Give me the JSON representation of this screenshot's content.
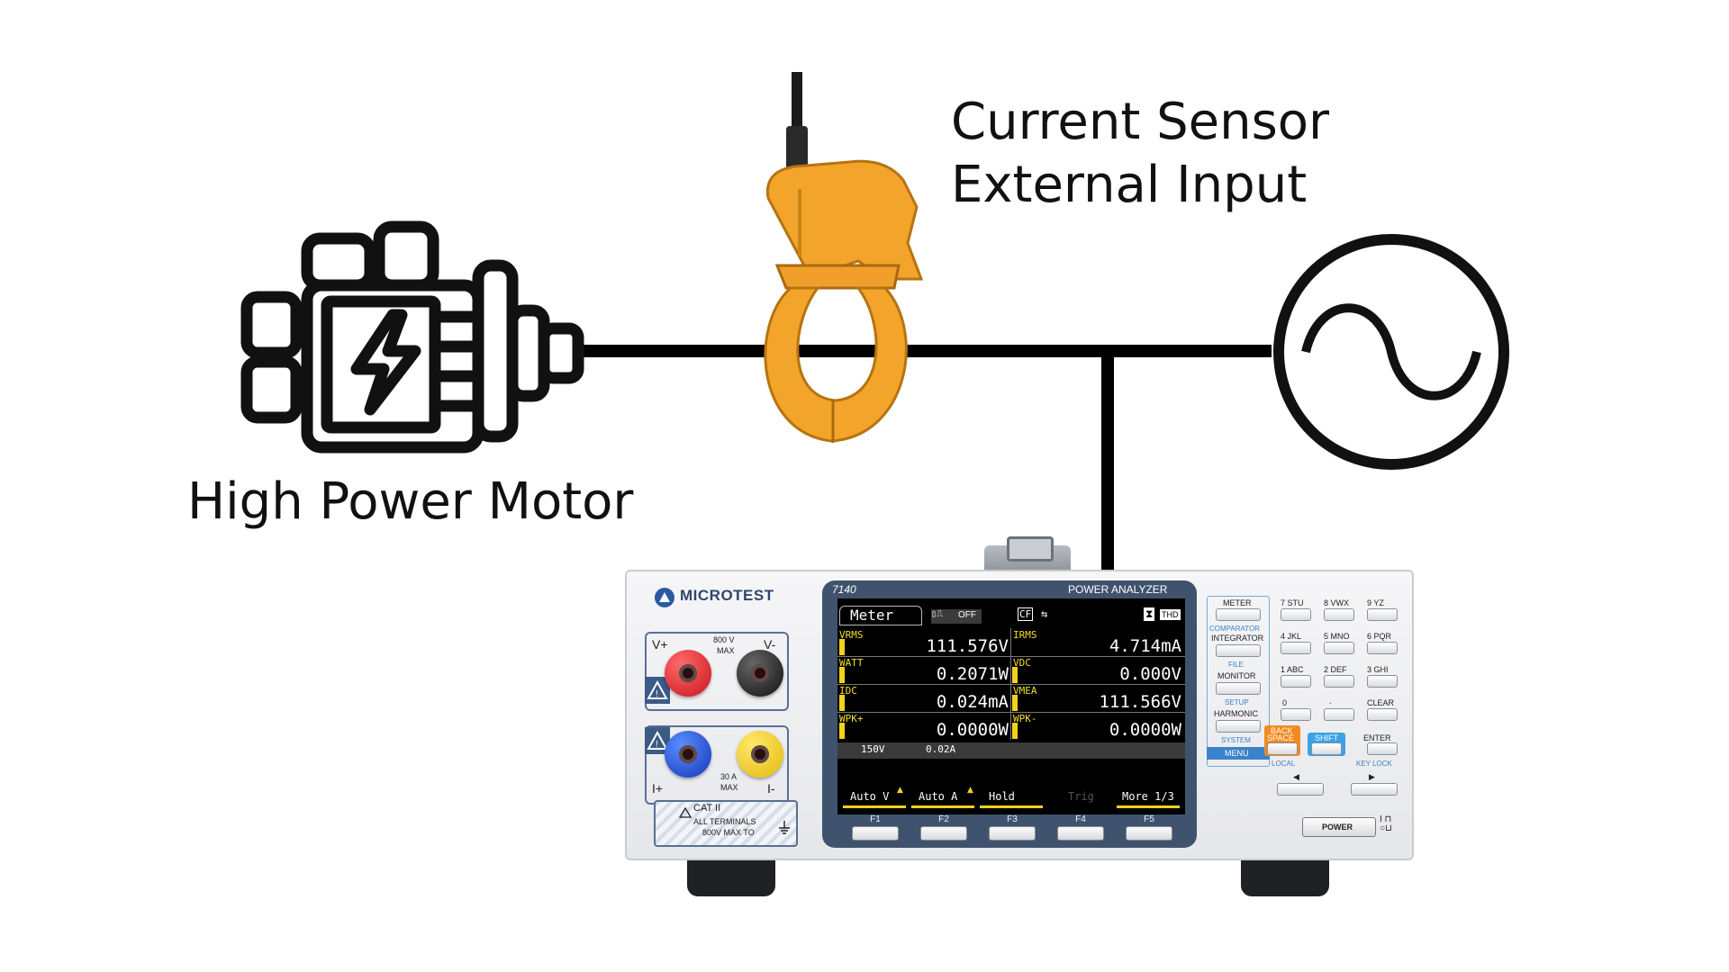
{
  "labels": {
    "current_sensor_line1": "Current Sensor",
    "current_sensor_line2": "External Input",
    "motor": "High Power Motor"
  },
  "instrument": {
    "brand": "MICROTEST",
    "model": "7140",
    "product_name": "POWER ANALYZER",
    "voltage_terminals": {
      "v_plus": "V+",
      "v_minus": "V-",
      "rating_line1": "800 V",
      "rating_line2": "MAX"
    },
    "current_terminals": {
      "i_plus": "I+",
      "i_minus": "I-",
      "rating_line1": "30 A",
      "rating_line2": "MAX"
    },
    "safety": {
      "cat": "CAT II",
      "line1": "ALL TERMINALS",
      "line2": "800V MAX TO"
    },
    "power_label": "POWER"
  },
  "screen": {
    "mode": "Meter",
    "indicator_off": "OFF",
    "thd": "THD",
    "readings": [
      {
        "name": "VRMS",
        "value": "111.576V"
      },
      {
        "name": "IRMS",
        "value": "4.714mA"
      },
      {
        "name": "WATT",
        "value": "0.2071W"
      },
      {
        "name": "VDC",
        "value": "0.000V"
      },
      {
        "name": "IDC",
        "value": "0.024mA"
      },
      {
        "name": "VMEA",
        "value": "111.566V"
      },
      {
        "name": "WPK+",
        "value": "0.0000W"
      },
      {
        "name": "WPK-",
        "value": "0.0000W"
      }
    ],
    "range_v": "150V",
    "range_a": "0.02A",
    "soft_keys": [
      "Auto V",
      "Auto A",
      "Hold",
      "Trig",
      "More 1/3"
    ],
    "function_keys": [
      "F1",
      "F2",
      "F3",
      "F4",
      "F5"
    ]
  },
  "keypad": {
    "meter": "METER",
    "comparator": "COMPARATOR",
    "integrator": "INTEGRATOR",
    "file": "FILE",
    "monitor": "MONITOR",
    "setup": "SETUP",
    "harmonic": "HARMONIC",
    "system": "SYSTEM",
    "menu": "MENU",
    "k7": "7  STU",
    "k8": "8  VWX",
    "k9": "9    YZ",
    "k4": "4   JKL",
    "k5": "5  MNO",
    "k6": "6  PQR",
    "k1": "1  ABC",
    "k2": "2  DEF",
    "k3": "3   GHI",
    "k0": "0",
    "kdot": ".",
    "clear": "CLEAR",
    "backspace_1": "BACK",
    "backspace_2": "SPACE",
    "shift": "SHIFT",
    "enter": "ENTER",
    "local": "LOCAL",
    "keylock": "KEY LOCK"
  },
  "colors": {
    "wire": "#000000",
    "clamp": "#f3a52b",
    "screen_bg": "#000000",
    "reading_name": "#f3de2b",
    "accent_blue": "#3a82c9",
    "backspace": "#f28a1e",
    "shift": "#3aa2e6"
  }
}
